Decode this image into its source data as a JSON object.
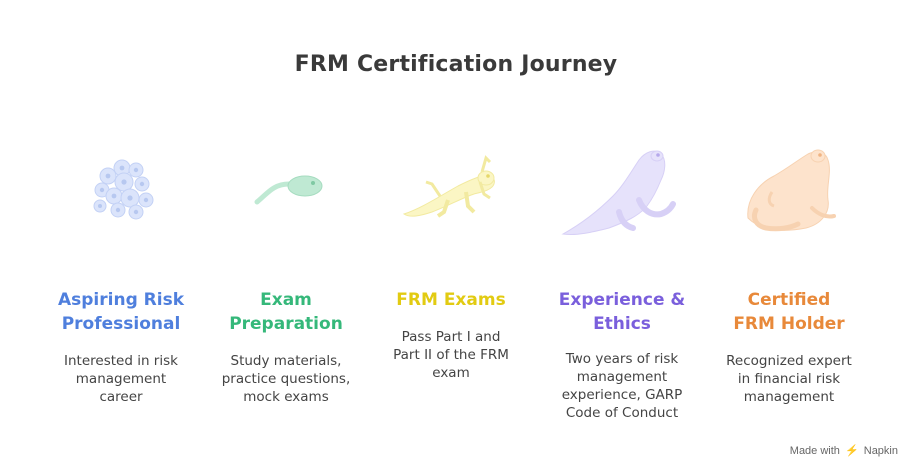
{
  "title": "FRM Certification Journey",
  "stages": [
    {
      "title_lines": [
        "Aspiring Risk",
        "Professional"
      ],
      "desc_lines": [
        "Interested in risk",
        "management",
        "career"
      ],
      "color": "#4f7fdd",
      "icon": "frog-eggs-icon"
    },
    {
      "title_lines": [
        "Exam",
        "Preparation"
      ],
      "desc_lines": [
        "Study materials,",
        "practice questions,",
        "mock exams"
      ],
      "color": "#35b87a",
      "icon": "tadpole-icon"
    },
    {
      "title_lines": [
        "FRM Exams",
        ""
      ],
      "desc_lines": [
        "Pass Part I and",
        "Part II of the FRM",
        "exam"
      ],
      "color": "#e2cb12",
      "icon": "froglet-icon"
    },
    {
      "title_lines": [
        "Experience &",
        "Ethics"
      ],
      "desc_lines": [
        "Two years of risk",
        "management",
        "experience, GARP",
        "Code of Conduct"
      ],
      "color": "#7a5fdc",
      "icon": "young-frog-icon"
    },
    {
      "title_lines": [
        "Certified",
        "FRM Holder"
      ],
      "desc_lines": [
        "Recognized expert",
        "in financial risk",
        "management"
      ],
      "color": "#e8893a",
      "icon": "adult-frog-icon"
    }
  ],
  "branding": {
    "prefix": "Made with",
    "name": "Napkin"
  }
}
